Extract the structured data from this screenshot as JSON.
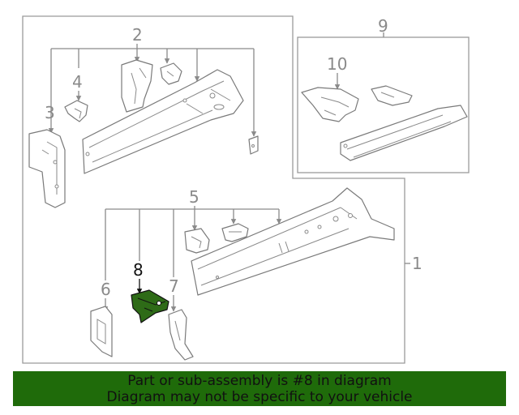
{
  "callouts": {
    "c1": "1",
    "c2": "2",
    "c3": "3",
    "c4": "4",
    "c5": "5",
    "c6": "6",
    "c7": "7",
    "c8": "8",
    "c9": "9",
    "c10": "10"
  },
  "highlighted_callout": "8",
  "colors": {
    "highlight_fill": "#2e6b17",
    "banner_bg": "#1f6b0a",
    "line_gray": "#8a8a8a"
  },
  "banner": {
    "line1": "Part or sub-assembly is #8 in diagram",
    "line2": "Diagram may not be specific to your vehicle"
  }
}
